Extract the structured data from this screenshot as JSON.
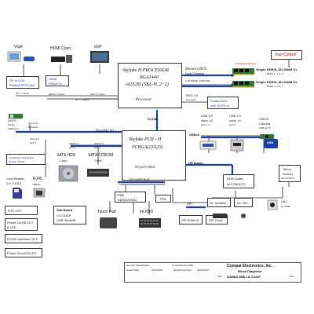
{
  "fan_control": "Fan Control",
  "cpu": {
    "name": "Skylake H PROCESSOR",
    "package": "BGA1440",
    "size": "(42X28) (SKL-H_2+2)",
    "label": "Processor"
  },
  "memory_bus": {
    "title": "Memory BUS",
    "sub": "Dual Channel",
    "line2": "1.2V DDR3L 1333/1600"
  },
  "dimm1": {
    "title": "204pin DDR3L-SO-DIMM X1",
    "sub": "BANK 0, 1, 2, 3"
  },
  "dimm2": {
    "title": "204pin DDR3L-SO-DIMM X1",
    "sub": "BANK 4, 5, 6, 7"
  },
  "interleaved": "Interleaved Memory",
  "peg": "PEG 3.0",
  "peg_lanes": "X4 Lanes",
  "nvidia": {
    "line1": "Nvidia N16x",
    "line2": "with DDR5 x4"
  },
  "vga": {
    "title": "VGA",
    "box": "DP to VGA",
    "chip": "Realtek RTD2168",
    "port": "DP x 1 lanes"
  },
  "hdmi": {
    "title": "HDMI Conn.",
    "box": "HDMI",
    "chip": "PS8407A",
    "lanes": "HDMI x 4 lanes"
  },
  "edp": {
    "title": "eDP",
    "lanes": "eDP x 2 lanes"
  },
  "dp_lanes": "DP x 4 lanes",
  "dmi": "X4 DMI",
  "ngff": {
    "line1": "NGFF",
    "line2": "WLAN",
    "line3": "USB port 7"
  },
  "pcie_a": "PCIe 2.0",
  "pcie_a_port": "5x6 lanes",
  "lan": {
    "line1": "LAN(GbE)/ Card Reader",
    "line2": "Realtek: 8411B"
  },
  "pcie_b": "PCIe 2.0",
  "pcie_b_port": "port 6",
  "card_reader": {
    "line1": "Card Reader",
    "line2": "2 in 1 (SD)"
  },
  "rj45": {
    "title": "RJ45",
    "sub": "conn."
  },
  "flexible_io": "Flexible IO",
  "sata_hdd": {
    "bus": "SATA3.0",
    "port": "port 0",
    "title": "SATA HDD",
    "sub": "Conn."
  },
  "sata_cdrom": {
    "bus": "SATA3.0",
    "port": "port 2",
    "title": "SATA CDROM",
    "sub": "Conn."
  },
  "pch": {
    "name": "Skylake PCH - H",
    "size": "FCBGA(23X23)",
    "balls": "837pin FCBGA"
  },
  "usb3": {
    "title": "USB 3.0",
    "sub": "conn. x2",
    "port": "port 1, 2"
  },
  "usb2": {
    "title": "USB 2.0",
    "sub": "conn. x1",
    "port": "port 3"
  },
  "cmos": {
    "title": "CMOS",
    "sub": "Camera",
    "port": "USB port 5"
  },
  "usb_label": "USB",
  "usbx": "USBx4",
  "hd_audio": "HD Audio",
  "touch_screen": {
    "line1": "Touch",
    "line2": "Screen",
    "line3": "I2C (PORT1)"
  },
  "hda_codec": {
    "title": "HDA Codec",
    "chip": "ALC255(CIT)"
  },
  "lpc": "LPC/eSPI BUS",
  "ene": {
    "title": "ENE",
    "chip": "KB9022/9032"
  },
  "tpm": "TPM",
  "touch_pad": "Touch Pad",
  "keyboard": "Int.KBD",
  "spi": "SPI",
  "spi_rom": "SPI ROM x2",
  "spi_touch": "SPI Touch",
  "int_speaker": "Int. Speaker",
  "int_mic": "Int. MIC",
  "uaj": {
    "line1": "UAJ",
    "line2": "on SubB"
  },
  "rtc": "RTC CKT.",
  "sub_board": {
    "title": "Sub Board",
    "line1": "LS-C341P",
    "line2": "USB+Audio/B"
  },
  "power_onoff": {
    "line1": "Power On/Off CKT.",
    "line2": "& LED"
  },
  "dcdc": "DC/DC Interface CKT.",
  "power_circuit": "Power Circuit DC/DC",
  "title_block": {
    "company": "Compal Electronics, Inc.",
    "doc_title": "Block Diagrams",
    "model": "A4WAD M/B LA-C341P",
    "security": "Security Classification",
    "security_val": "Compal Secret Data",
    "issued": "Issued Date",
    "issued_val": "2015/11/01",
    "decipher": "Deciphered Date",
    "decipher_val": "2016/11/03",
    "size": "Size",
    "rev": "Rev"
  }
}
